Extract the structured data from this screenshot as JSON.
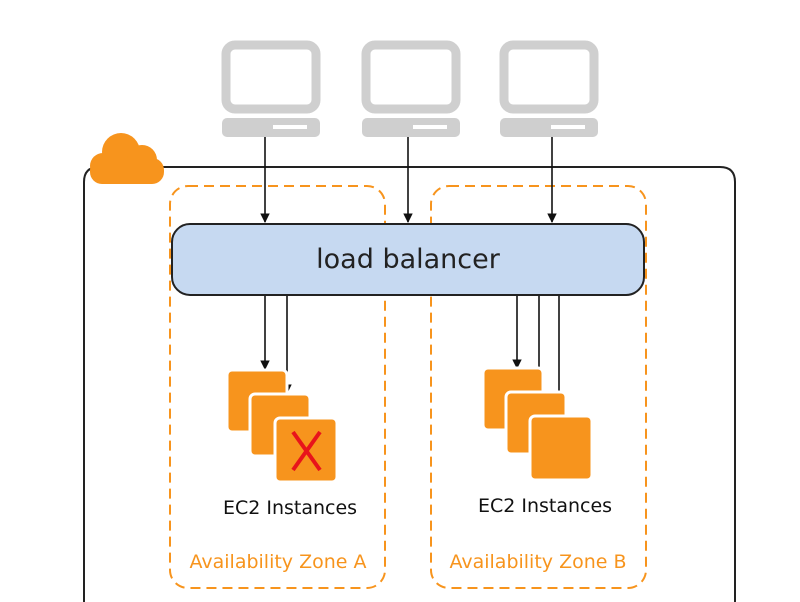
{
  "colors": {
    "accent": "#F7941D",
    "computer": "#cfcfcf",
    "load_balancer_fill": "#c6d9f1",
    "region_border": "#222222",
    "failed_mark": "#e8141b"
  },
  "cloud": {
    "icon": "cloud-icon"
  },
  "clients": [
    {
      "icon": "desktop-computer-icon"
    },
    {
      "icon": "desktop-computer-icon"
    },
    {
      "icon": "desktop-computer-icon"
    }
  ],
  "load_balancer": {
    "label": "load balancer"
  },
  "zones": [
    {
      "label": "Availability Zone A",
      "instances_label": "EC2 Instances",
      "failed_instance_icon": "x-mark-icon"
    },
    {
      "label": "Availability Zone B",
      "instances_label": "EC2 Instances"
    }
  ]
}
